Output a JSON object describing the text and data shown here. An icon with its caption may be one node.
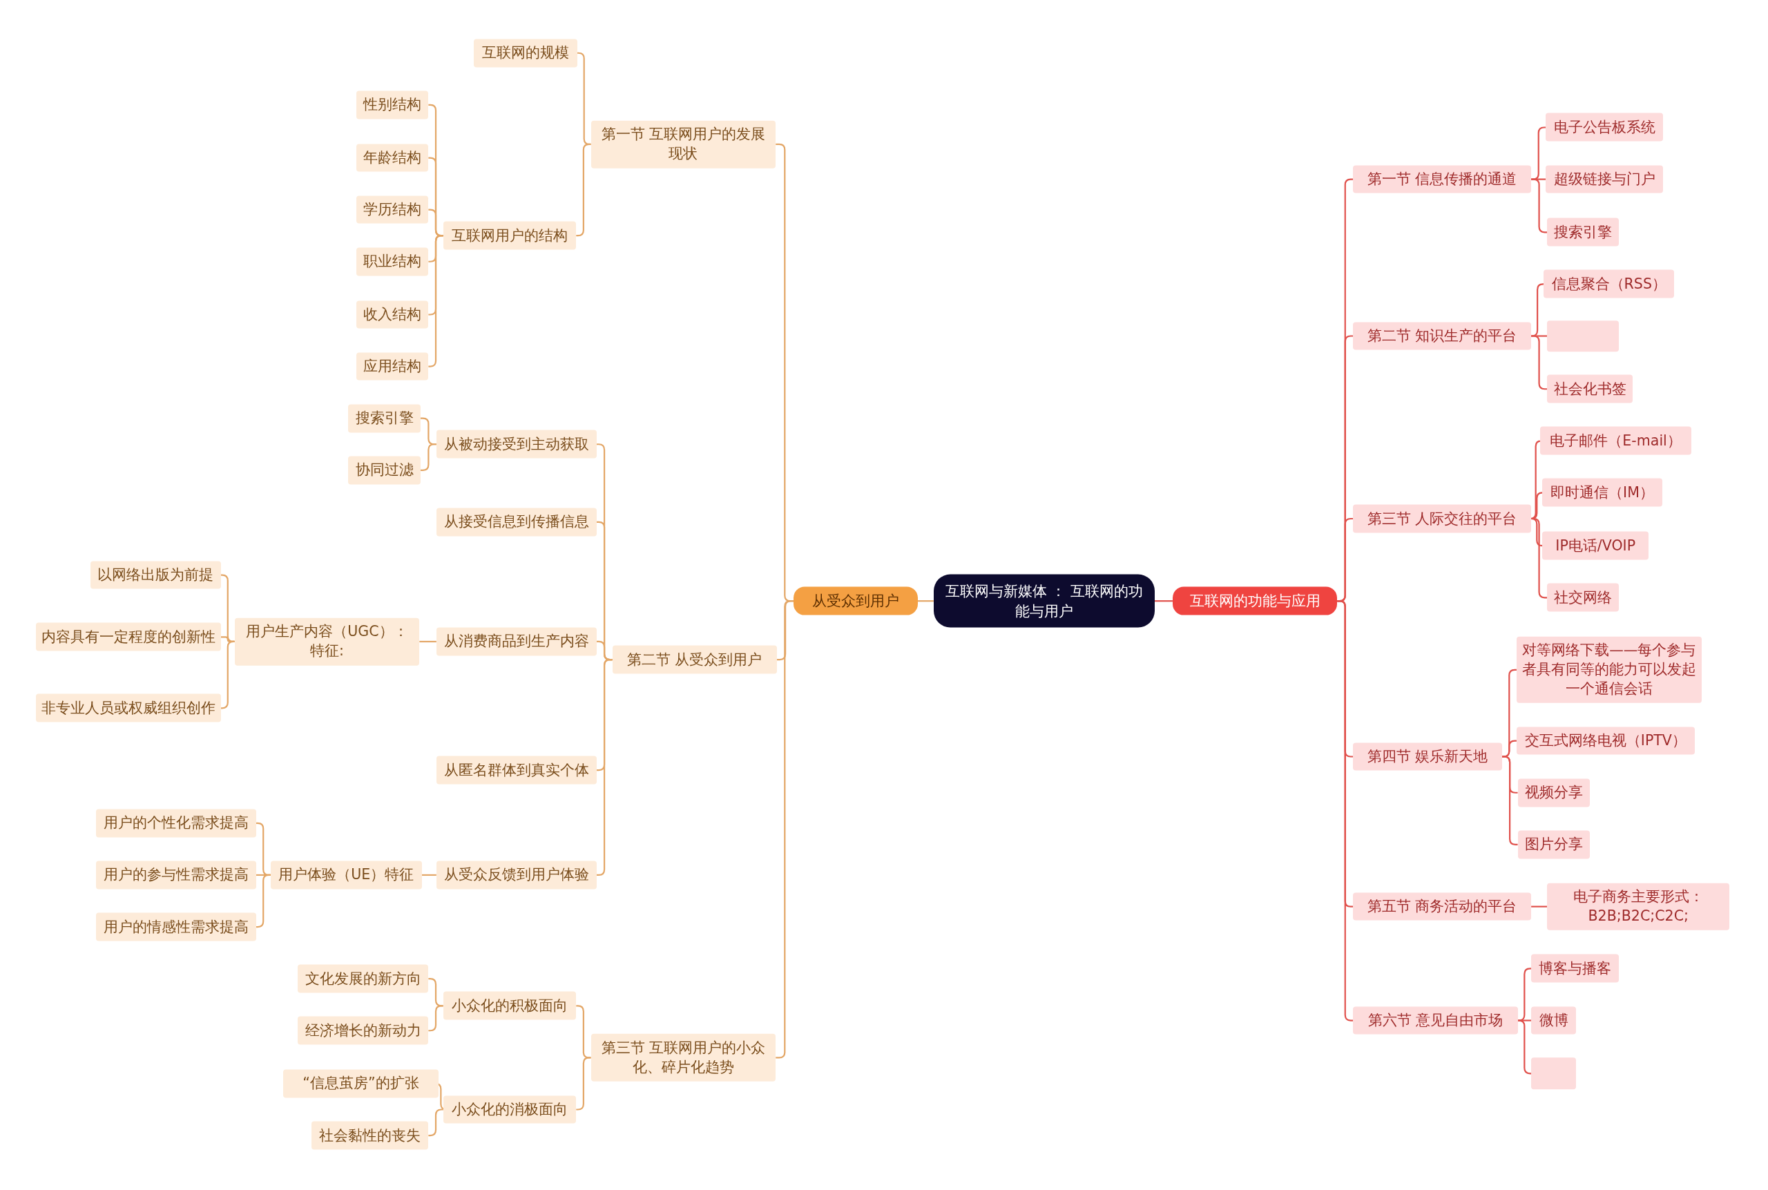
{
  "diagram": {
    "nodes": [
      {
        "text": [
          "互联网与新媒体 ： 互联网的功能与用户"
        ]
      },
      {
        "text": [
          "从受众到用户"
        ]
      },
      {
        "text": [
          "互联网的功能与应用"
        ]
      },
      {
        "text": [
          "第一节 互联网用户的发展现状"
        ]
      },
      {
        "text": [
          "互联网的规模"
        ]
      },
      {
        "text": [
          "互联网用户的结构"
        ]
      },
      {
        "text": [
          "性别结构"
        ]
      },
      {
        "text": [
          "年龄结构"
        ]
      },
      {
        "text": [
          "学历结构"
        ]
      },
      {
        "text": [
          "职业结构"
        ]
      },
      {
        "text": [
          "收入结构"
        ]
      },
      {
        "text": [
          "应用结构"
        ]
      },
      {
        "text": [
          "第二节 从受众到用户"
        ]
      },
      {
        "text": [
          "从被动接受到主动获取"
        ]
      },
      {
        "text": [
          "搜索引擎"
        ]
      },
      {
        "text": [
          "协同过滤"
        ]
      },
      {
        "text": [
          "从接受信息到传播信息"
        ]
      },
      {
        "text": [
          "从消费商品到生产内容"
        ]
      },
      {
        "text": [
          "用户生产内容（UGC）：特征:"
        ]
      },
      {
        "text": [
          "以网络出版为前提"
        ]
      },
      {
        "text": [
          "内容具有一定程度的创新性"
        ]
      },
      {
        "text": [
          "非专业人员或权威组织创作"
        ]
      },
      {
        "text": [
          "从匿名群体到真实个体"
        ]
      },
      {
        "text": [
          "从受众反馈到用户体验"
        ]
      },
      {
        "text": [
          "用户体验（UE）特征"
        ]
      },
      {
        "text": [
          "用户的个性化需求提高"
        ]
      },
      {
        "text": [
          "用户的参与性需求提高"
        ]
      },
      {
        "text": [
          "用户的情感性需求提高"
        ]
      },
      {
        "text": [
          "第三节 互联网用户的小众化、碎片化趋势"
        ]
      },
      {
        "text": [
          "小众化的积极面向"
        ]
      },
      {
        "text": [
          "文化发展的新方向"
        ]
      },
      {
        "text": [
          "经济增长的新动力"
        ]
      },
      {
        "text": [
          "小众化的消极面向"
        ]
      },
      {
        "text": [
          "“信息茧房”的扩张"
        ]
      },
      {
        "text": [
          "社会黏性的丧失"
        ]
      },
      {
        "text": [
          "第一节 信息传播的通道"
        ]
      },
      {
        "text": [
          "电子公告板系统"
        ]
      },
      {
        "text": [
          "超级链接与门户"
        ]
      },
      {
        "text": [
          "搜索引擎"
        ]
      },
      {
        "text": [
          "第二节 知识生产的平台"
        ]
      },
      {
        "text": [
          "信息聚合（RSS）"
        ]
      },
      {
        "text": [],
        "shape": "box"
      },
      {
        "text": [
          "社会化书签"
        ]
      },
      {
        "text": [
          "第三节 人际交往的平台"
        ]
      },
      {
        "text": [
          "电子邮件（E-mail）"
        ]
      },
      {
        "text": [
          "即时通信（IM）"
        ]
      },
      {
        "text": [
          "IP电话/VOIP"
        ]
      },
      {
        "text": [
          "社交网络"
        ]
      },
      {
        "text": [
          "第四节 娱乐新天地"
        ]
      },
      {
        "text": [
          "对等网络下载——每个参与者具有同等的能力可以发起一个通信会话"
        ]
      },
      {
        "text": [
          "交互式网络电视（IPTV）"
        ]
      },
      {
        "text": [
          "视频分享"
        ]
      },
      {
        "text": [
          "图片分享"
        ]
      },
      {
        "text": [
          "第五节 商务活动的平台"
        ]
      },
      {
        "text": [
          "电子商务主要形式：B2B;B2C;C2C;"
        ]
      },
      {
        "text": [
          "第六节 意见自由市场"
        ]
      },
      {
        "text": [
          "博客与播客"
        ]
      },
      {
        "text": [
          "微博"
        ]
      },
      {
        "text": [],
        "shape": "box"
      }
    ],
    "edges": [
      {
        "from": 0,
        "to": 1,
        "arrow": "none"
      },
      {
        "from": 1,
        "to": 3,
        "arrow": "none"
      },
      {
        "from": 3,
        "to": 4,
        "arrow": "none"
      },
      {
        "from": 3,
        "to": 5,
        "arrow": "none"
      },
      {
        "from": 5,
        "to": 6,
        "arrow": "none"
      },
      {
        "from": 5,
        "to": 7,
        "arrow": "none"
      },
      {
        "from": 5,
        "to": 8,
        "arrow": "none"
      },
      {
        "from": 5,
        "to": 9,
        "arrow": "none"
      },
      {
        "from": 5,
        "to": 10,
        "arrow": "none"
      },
      {
        "from": 5,
        "to": 11,
        "arrow": "none"
      },
      {
        "from": 1,
        "to": 12,
        "arrow": "none"
      },
      {
        "from": 12,
        "to": 13,
        "arrow": "none"
      },
      {
        "from": 13,
        "to": 14,
        "arrow": "none"
      },
      {
        "from": 13,
        "to": 15,
        "arrow": "none"
      },
      {
        "from": 12,
        "to": 16,
        "arrow": "none"
      },
      {
        "from": 12,
        "to": 17,
        "arrow": "none"
      },
      {
        "from": 17,
        "to": 18,
        "arrow": "none"
      },
      {
        "from": 18,
        "to": 19,
        "arrow": "none"
      },
      {
        "from": 18,
        "to": 20,
        "arrow": "none"
      },
      {
        "from": 18,
        "to": 21,
        "arrow": "none"
      },
      {
        "from": 12,
        "to": 22,
        "arrow": "none"
      },
      {
        "from": 12,
        "to": 23,
        "arrow": "none"
      },
      {
        "from": 23,
        "to": 24,
        "arrow": "none"
      },
      {
        "from": 24,
        "to": 25,
        "arrow": "none"
      },
      {
        "from": 24,
        "to": 26,
        "arrow": "none"
      },
      {
        "from": 24,
        "to": 27,
        "arrow": "none"
      },
      {
        "from": 1,
        "to": 28,
        "arrow": "none"
      },
      {
        "from": 28,
        "to": 29,
        "arrow": "none"
      },
      {
        "from": 29,
        "to": 30,
        "arrow": "none"
      },
      {
        "from": 29,
        "to": 31,
        "arrow": "none"
      },
      {
        "from": 28,
        "to": 32,
        "arrow": "none"
      },
      {
        "from": 32,
        "to": 33,
        "arrow": "none"
      },
      {
        "from": 32,
        "to": 34,
        "arrow": "none"
      },
      {
        "from": 0,
        "to": 2,
        "arrow": "none",
        "color": "#e0504b"
      },
      {
        "from": 2,
        "to": 35,
        "arrow": "none",
        "color": "#e0504b"
      },
      {
        "from": 35,
        "to": 36,
        "arrow": "none",
        "color": "#e0504b"
      },
      {
        "from": 35,
        "to": 37,
        "arrow": "none",
        "color": "#e0504b"
      },
      {
        "from": 35,
        "to": 38,
        "arrow": "none",
        "color": "#e0504b"
      },
      {
        "from": 2,
        "to": 39,
        "arrow": "none",
        "color": "#e0504b"
      },
      {
        "from": 39,
        "to": 40,
        "arrow": "none",
        "color": "#e0504b"
      },
      {
        "from": 39,
        "to": 41,
        "arrow": "none",
        "color": "#e0504b"
      },
      {
        "from": 39,
        "to": 42,
        "arrow": "none",
        "color": "#e0504b"
      },
      {
        "from": 2,
        "to": 43,
        "arrow": "none",
        "color": "#e0504b"
      },
      {
        "from": 43,
        "to": 44,
        "arrow": "none",
        "color": "#e0504b"
      },
      {
        "from": 43,
        "to": 45,
        "arrow": "none",
        "color": "#e0504b"
      },
      {
        "from": 43,
        "to": 46,
        "arrow": "none",
        "color": "#e0504b"
      },
      {
        "from": 43,
        "to": 47,
        "arrow": "none",
        "color": "#e0504b"
      },
      {
        "from": 2,
        "to": 48,
        "arrow": "none",
        "color": "#e0504b"
      },
      {
        "from": 48,
        "to": 49,
        "arrow": "none",
        "color": "#e0504b"
      },
      {
        "from": 48,
        "to": 50,
        "arrow": "none",
        "color": "#e0504b"
      },
      {
        "from": 48,
        "to": 51,
        "arrow": "none",
        "color": "#e0504b"
      },
      {
        "from": 48,
        "to": 52,
        "arrow": "none",
        "color": "#e0504b"
      },
      {
        "from": 2,
        "to": 53,
        "arrow": "none",
        "color": "#e0504b"
      },
      {
        "from": 53,
        "to": 54,
        "arrow": "none",
        "color": "#e0504b"
      },
      {
        "from": 2,
        "to": 55,
        "arrow": "none",
        "color": "#e0504b"
      },
      {
        "from": 55,
        "to": 56,
        "arrow": "none",
        "color": "#e0504b"
      },
      {
        "from": 55,
        "to": 57,
        "arrow": "none",
        "color": "#e0504b"
      },
      {
        "from": 55,
        "to": 58,
        "arrow": "none",
        "color": "#e0504b"
      }
    ]
  }
}
